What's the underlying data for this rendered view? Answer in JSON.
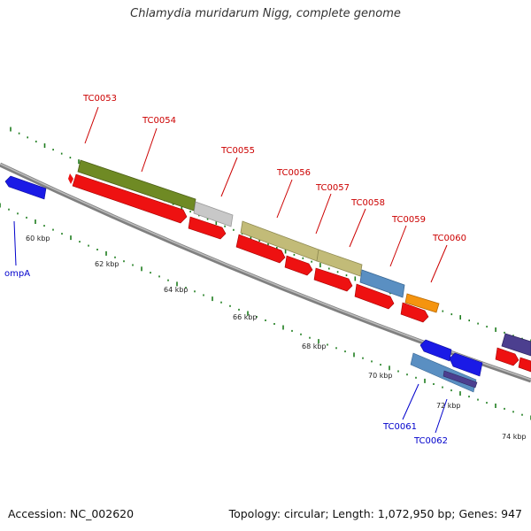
{
  "title": "Chlamydia muridarum Nigg, complete genome",
  "footer": {
    "accession": "Accession: NC_002620",
    "topology": "Topology: circular; Length: 1,072,950 bp; Genes: 947"
  },
  "scale_labels": [
    "60 kbp",
    "62 kbp",
    "64 kbp",
    "66 kbp",
    "68 kbp",
    "70 kbp",
    "72 kbp",
    "74 kbp"
  ],
  "genes_plus": [
    "TC0053",
    "TC0054",
    "TC0055",
    "TC0056",
    "TC0057",
    "TC0058",
    "TC0059",
    "TC0060"
  ],
  "genes_minus": [
    "ompA",
    "TC0061",
    "TC0062"
  ],
  "colors": {
    "plus_label": "#cc0000",
    "minus_label": "#0000cc",
    "tick": "#1e7d1e",
    "backbone": "#808080",
    "cds": "#ee1111",
    "olive_dark": "#6f8a24",
    "gray_light": "#c8c8c8",
    "khaki": "#c2bb78",
    "steel": "#5a8fc2",
    "orange": "#f5940f",
    "blue": "#1a1ae6",
    "purple": "#4c3f8f"
  }
}
